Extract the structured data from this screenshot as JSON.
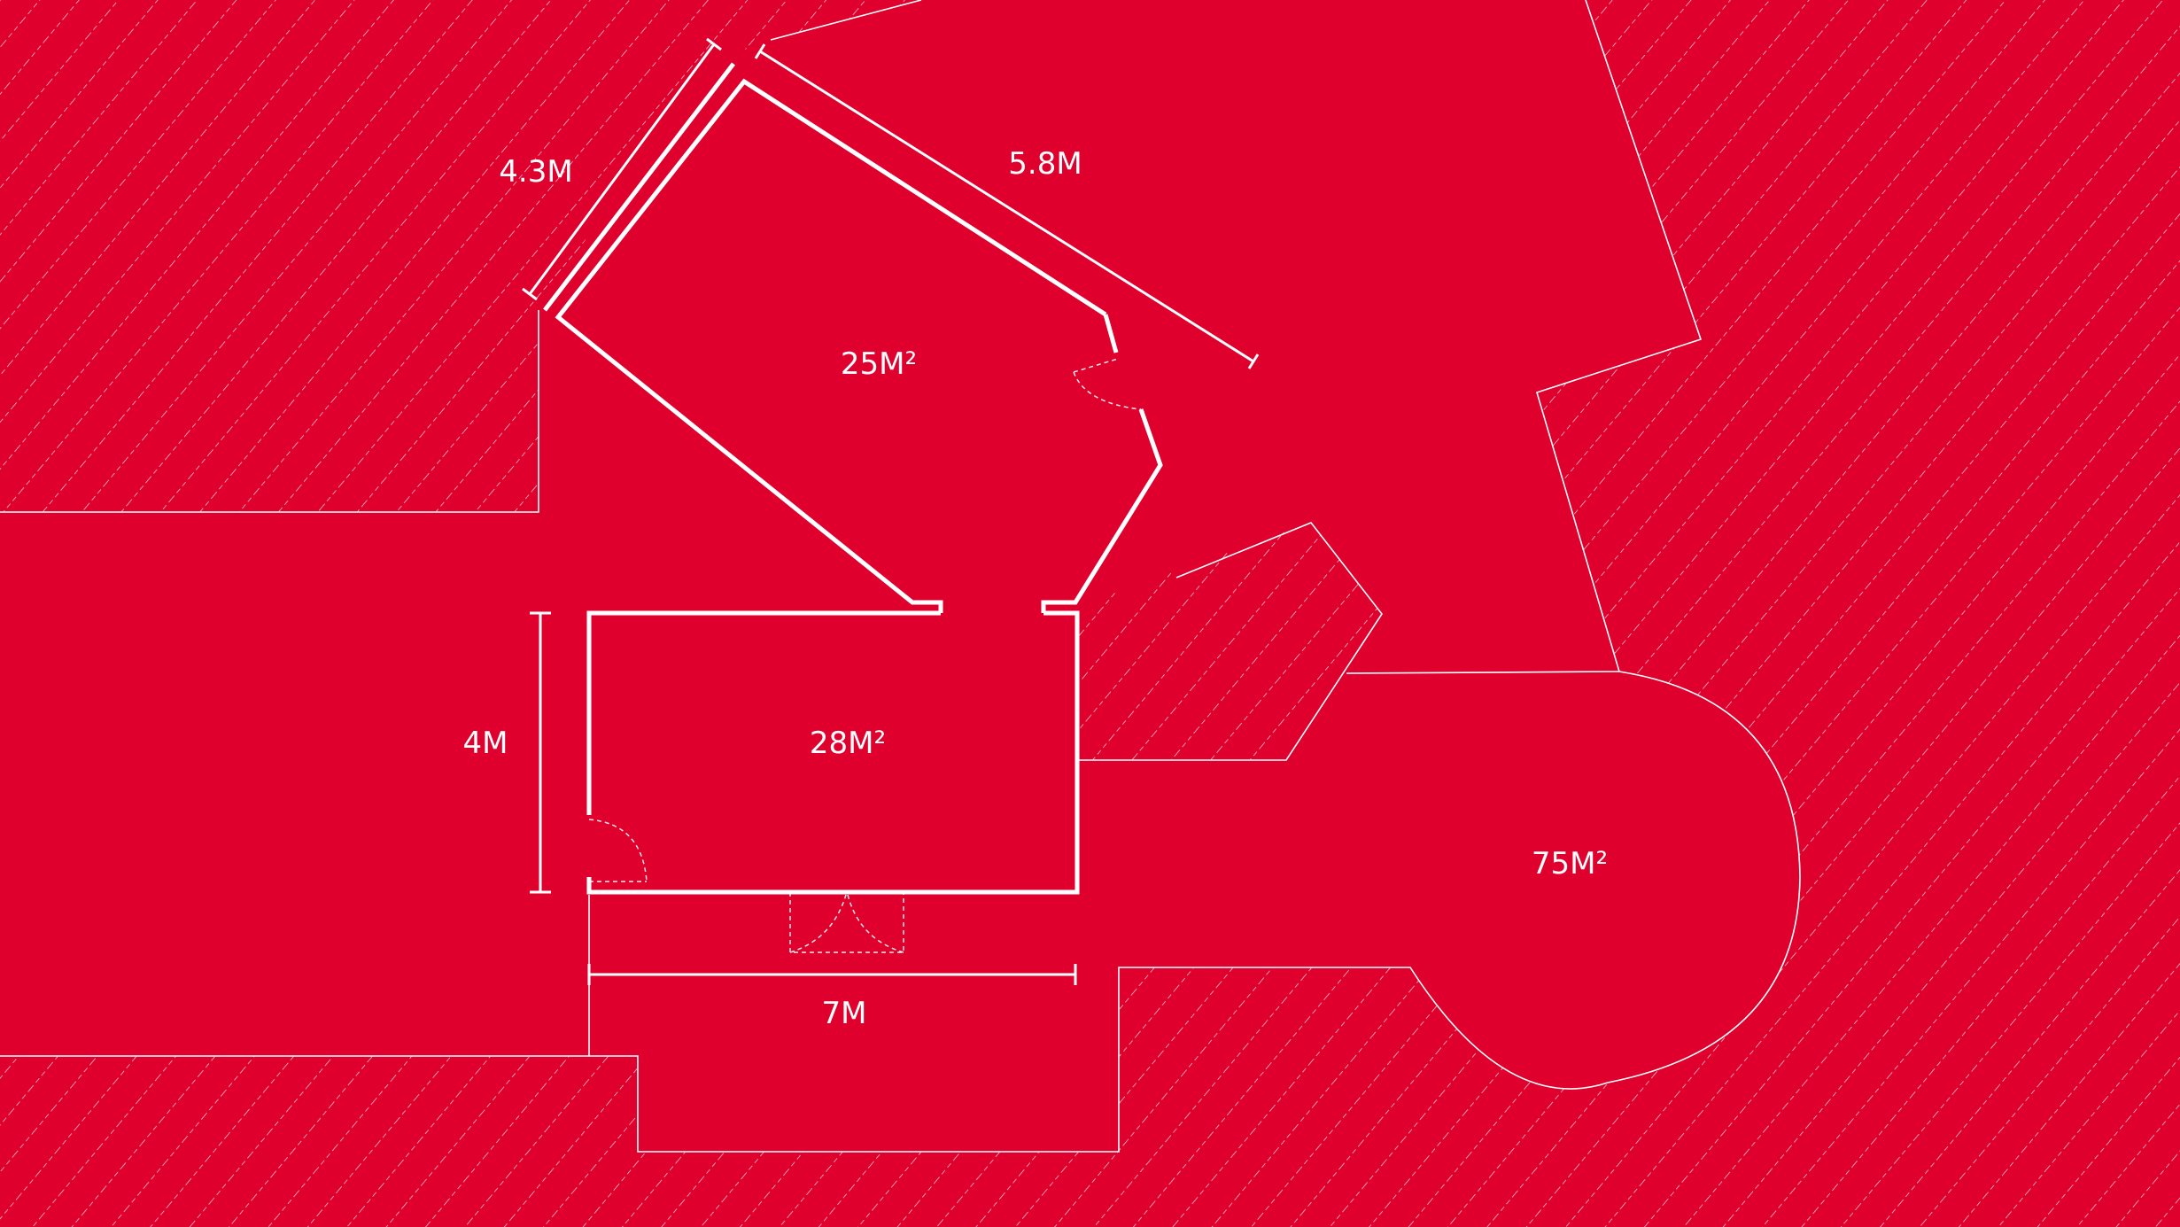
{
  "colors": {
    "background": "#e0002d",
    "lines": "#ffffff"
  },
  "rooms": [
    {
      "id": "room-a",
      "area": "25M²"
    },
    {
      "id": "room-b",
      "area": "28M²"
    },
    {
      "id": "room-c",
      "area": "75M²"
    }
  ],
  "dimensions": {
    "room_a_short_side": "4.3M",
    "room_a_long_side": "5.8M",
    "room_b_height": "4M",
    "room_b_width": "7M"
  }
}
